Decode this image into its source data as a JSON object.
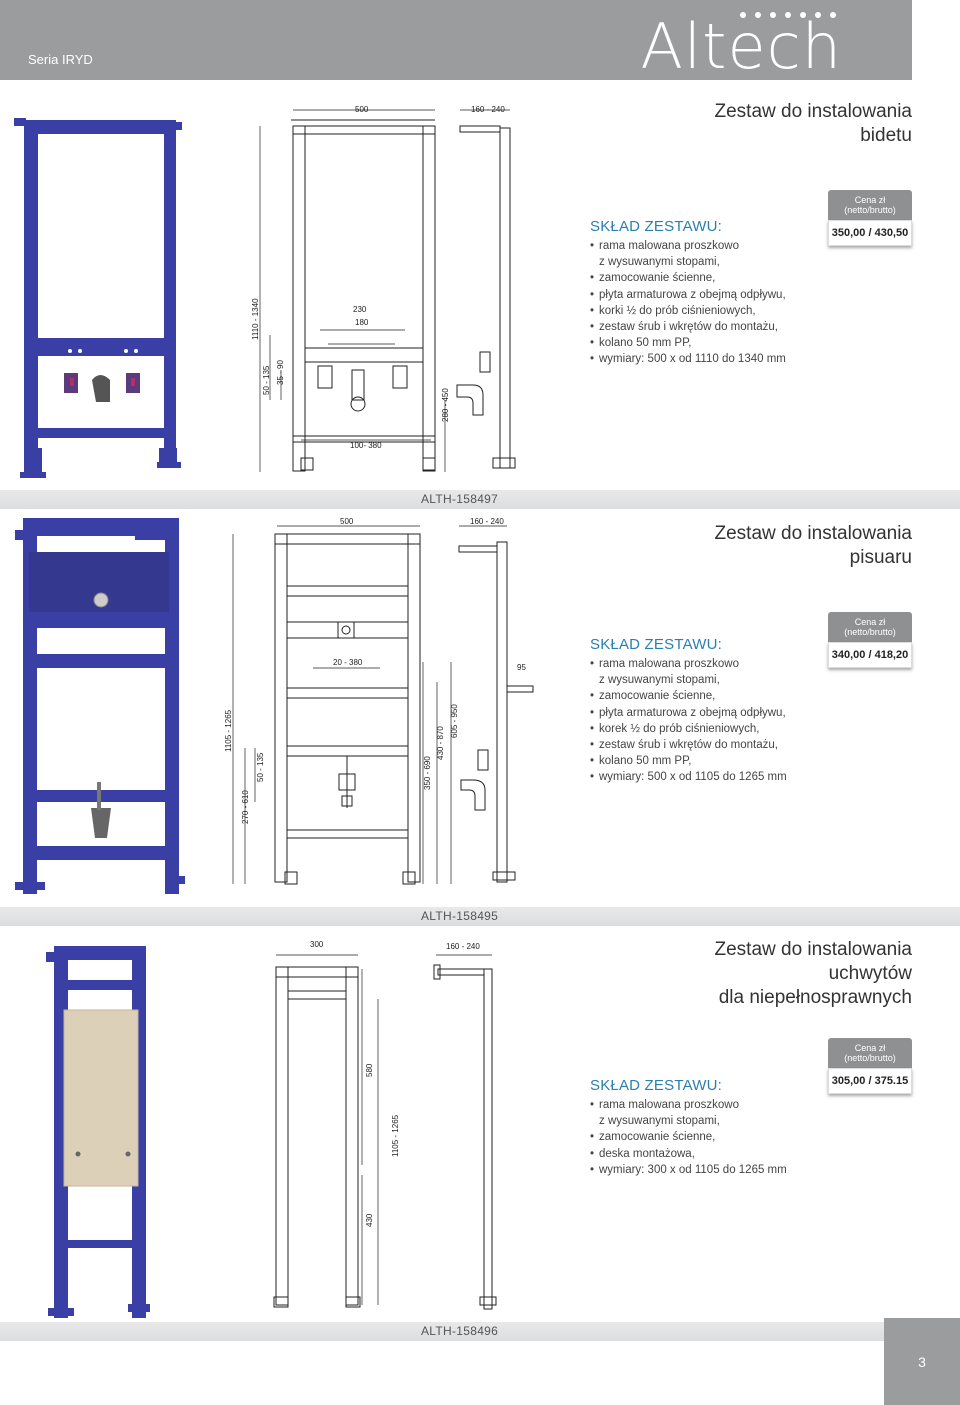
{
  "header": {
    "series": "Seria IRYD",
    "brand": "Altech"
  },
  "products": [
    {
      "title_lines": [
        "Zestaw  do instalowania",
        "bidetu"
      ],
      "price_label": "Cena zł (netto/brutto)",
      "price": "350,00 / 430,50",
      "set_title": "SKŁAD ZESTAWU:",
      "items": [
        {
          "text": "rama malowana proszkowo",
          "bullet": true
        },
        {
          "text": "z wysuwanymi stopami,",
          "bullet": false
        },
        {
          "text": "zamocowanie ścienne,",
          "bullet": true
        },
        {
          "text": "płyta armaturowa z obejmą odpływu,",
          "bullet": true
        },
        {
          "text": "korki ½ do prób ciśnieniowych,",
          "bullet": true
        },
        {
          "text": "zestaw śrub i wkrętów do montażu,",
          "bullet": true
        },
        {
          "text": "kolano 50 mm PP,",
          "bullet": true
        },
        {
          "text": "wymiary: 500 x od 1110 do 1340 mm",
          "bullet": true
        }
      ],
      "dims": {
        "width": "500",
        "depth": "160 - 240",
        "height": "1110 - 1340",
        "d1": "50 - 135",
        "d2": "35 - 90",
        "d3": "230",
        "d4": "180",
        "d5": "280 - 450",
        "d6": "100- 380"
      },
      "code": "ALTH-158497"
    },
    {
      "title_lines": [
        "Zestaw  do instalowania",
        "pisuaru"
      ],
      "price_label": "Cena zł (netto/brutto)",
      "price": "340,00 / 418,20",
      "set_title": "SKŁAD ZESTAWU:",
      "items": [
        {
          "text": "rama malowana proszkowo",
          "bullet": true
        },
        {
          "text": "z wysuwanymi stopami,",
          "bullet": false
        },
        {
          "text": "zamocowanie ścienne,",
          "bullet": true
        },
        {
          "text": "płyta armaturowa z obejmą odpływu,",
          "bullet": true
        },
        {
          "text": "korek ½ do prób ciśnieniowych,",
          "bullet": true
        },
        {
          "text": "zestaw śrub i wkrętów do montażu,",
          "bullet": true
        },
        {
          "text": "kolano 50 mm PP,",
          "bullet": true
        },
        {
          "text": "wymiary: 500 x od 1105 do 1265 mm",
          "bullet": true
        }
      ],
      "dims": {
        "width": "500",
        "depth": "160 - 240",
        "height": "1105 - 1265",
        "d1": "270 - 610",
        "d2": "50 - 135",
        "d3": "20 - 380",
        "d4": "350 - 690",
        "d5": "430 - 870",
        "d6": "605 - 950",
        "d7": "95"
      },
      "code": "ALTH-158495"
    },
    {
      "title_lines": [
        "Zestaw  do instalowania",
        "uchwytów",
        "dla niepełnosprawnych"
      ],
      "price_label": "Cena zł (netto/brutto)",
      "price": "305,00 / 375.15",
      "set_title": "SKŁAD ZESTAWU:",
      "items": [
        {
          "text": "rama malowana proszkowo",
          "bullet": true
        },
        {
          "text": "z wysuwanymi stopami,",
          "bullet": false
        },
        {
          "text": "zamocowanie ścienne,",
          "bullet": true
        },
        {
          "text": "deska montażowa,",
          "bullet": true
        },
        {
          "text": "wymiary: 300 x od 1105 do 1265 mm",
          "bullet": true
        }
      ],
      "dims": {
        "width": "300",
        "depth": "160 - 240",
        "d1": "580",
        "height": "1105 - 1265",
        "d2": "430"
      },
      "code": "ALTH-158496"
    }
  ],
  "page_number": "3",
  "colors": {
    "frame_blue": "#3a3fa6",
    "header_gray": "#9b9c9e",
    "title_blue": "#2a7fb0"
  }
}
